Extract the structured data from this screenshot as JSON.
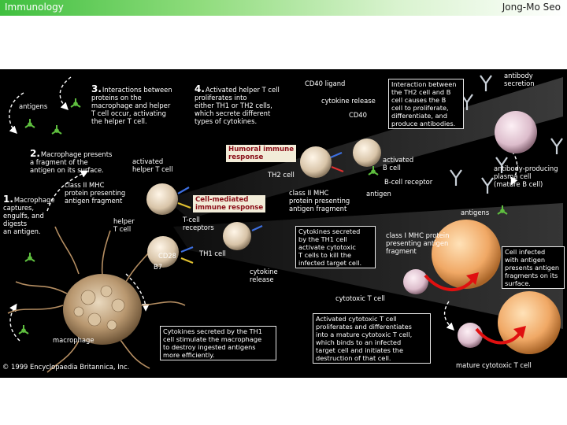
{
  "header": {
    "title": "Immunology",
    "author": "Jong-Mo Seo"
  },
  "labels": {
    "antigens_left": "antigens",
    "antigens_right": "antigens",
    "antigen": "antigen",
    "activated_helper": "activated\nhelper T cell",
    "class2_left": "class II MHC\nprotein presenting\nantigen fragment",
    "helper_t": "helper\nT cell",
    "tcell_receptors": "T-cell\nreceptors",
    "cd28": "CD28",
    "b7": "B7",
    "th1": "TH1 cell",
    "cytokine_release_mid": "cytokine\nrelease",
    "cd40_ligand": "CD40 ligand",
    "cytokine_release_top": "cytokine release",
    "cd40": "CD40",
    "th2": "TH2 cell",
    "activated_b": "activated\nB cell",
    "bcell_receptor": "B-cell receptor",
    "class2_right": "class II MHC\nprotein presenting\nantigen fragment",
    "antibody_secretion": "antibody\nsecretion",
    "plasma_cell": "antibody-producing\nplasma cell\n(mature B cell)",
    "class1": "class I MHC protein\npresenting antigen\nfragment",
    "cytotoxic": "cytotoxic T cell",
    "mature_cytotoxic": "mature cytotoxic T cell",
    "macrophage": "macrophage",
    "copyright": "© 1999 Encyclopaedia Britannica, Inc."
  },
  "steps": {
    "s1": {
      "n": "1.",
      "text": "Macrophage\ncaptures,\nengulfs, and\ndigests\nan antigen."
    },
    "s2": {
      "n": "2.",
      "text": "Macrophage presents\na fragment of the\nantigen on its surface."
    },
    "s3": {
      "n": "3.",
      "text": "Interactions between\nproteins on the\nmacrophage and helper\nT cell occur, activating\nthe helper T cell."
    },
    "s4": {
      "n": "4.",
      "text": "Activated helper T cell\nproliferates into\neither TH1 or TH2 cells,\nwhich secrete different\ntypes of cytokines."
    }
  },
  "highlights": {
    "humoral": "Humoral immune\nresponse",
    "cellmediated": "Cell-mediated\nimmune response"
  },
  "boxes": {
    "interaction": "Interaction between\nthe TH2 cell and B\ncell causes the B\ncell to proliferate,\ndifferentiate, and\nproduce antibodies.",
    "cytokines_th1": "Cytokines secreted\nby the TH1 cell\nactivate cytotoxic\nT cells to kill the\ninfected target cell.",
    "infected": "Cell infected\nwith antigen\npresents antigen\nfragments on its\nsurface.",
    "macrophage_cyto": "Cytokines secreted by the TH1\ncell stimulate the macrophage\nto destroy ingested antigens\nmore efficiently.",
    "activated_cyto": "Activated cytotoxic T cell\nproliferates and differentiates\ninto a mature cytotoxic T cell,\nwhich binds to an infected\ntarget cell and initiates the\ndestruction of that cell."
  },
  "colors": {
    "header_green": "#3fbf3f",
    "highlight_bg": "#f2ecd8",
    "highlight_text": "#8a0d17",
    "arrow_red": "#e01010"
  }
}
